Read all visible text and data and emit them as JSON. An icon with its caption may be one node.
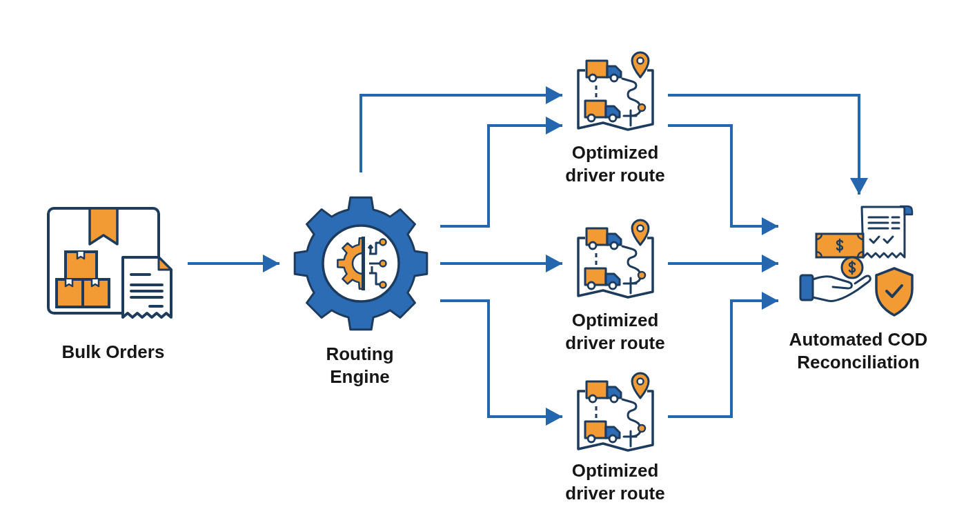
{
  "diagram": {
    "nodes": [
      {
        "text": [
          "Bulk Orders"
        ]
      },
      {
        "text": [
          "Routing Engine"
        ]
      },
      {
        "text": [
          "Optimized driver route"
        ]
      },
      {
        "text": [
          "Optimized driver route"
        ]
      },
      {
        "text": [
          "Optimized driver route"
        ]
      },
      {
        "text": [
          "Automated COD Reconciliation"
        ]
      }
    ],
    "edges": [
      {
        "from": 0,
        "to": 1,
        "arrow": "to"
      },
      {
        "from": 1,
        "to": 2,
        "arrow": "to"
      },
      {
        "from": 1,
        "to": 2,
        "arrow": "to"
      },
      {
        "from": 1,
        "to": 3,
        "arrow": "to"
      },
      {
        "from": 1,
        "to": 4,
        "arrow": "to"
      },
      {
        "from": 2,
        "to": 5,
        "arrow": "to"
      },
      {
        "from": 2,
        "to": 5,
        "arrow": "to"
      },
      {
        "from": 3,
        "to": 5,
        "arrow": "to"
      },
      {
        "from": 4,
        "to": 5,
        "arrow": "to"
      }
    ]
  }
}
